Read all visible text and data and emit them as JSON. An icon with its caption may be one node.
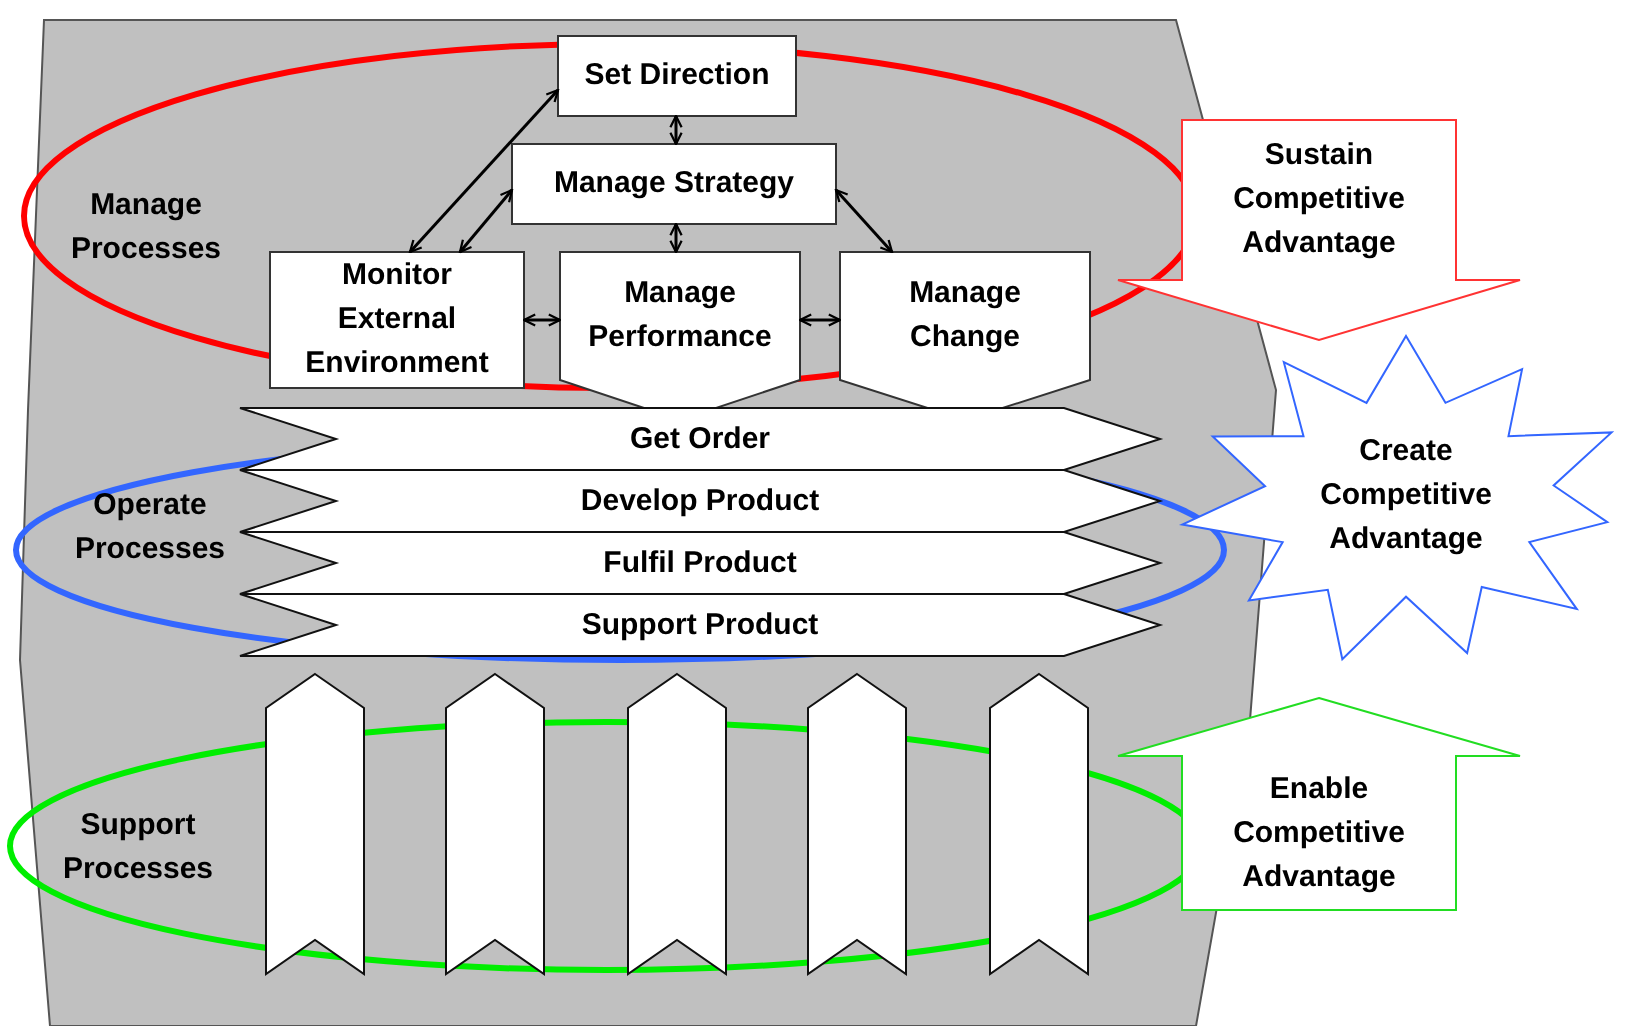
{
  "diagram": {
    "nodes": [
      {
        "text": [
          "Set Direction"
        ]
      },
      {
        "text": [
          "Manage Strategy"
        ]
      },
      {
        "text": [
          "Monitor External Environment"
        ]
      },
      {
        "text": [
          "Manage Performance"
        ]
      },
      {
        "text": [
          "Manage Change"
        ]
      },
      {
        "text": [
          "Sustain Competitive Advantage"
        ]
      },
      {
        "text": [
          "Get Order"
        ]
      },
      {
        "text": [
          "Develop Product"
        ]
      },
      {
        "text": [
          "Fulfil Product"
        ]
      },
      {
        "text": [
          "Support Product"
        ]
      },
      {
        "text": [
          "Create Competitive Advantage"
        ]
      },
      {
        "text": [],
        "shape": "bar"
      },
      {
        "text": [],
        "shape": "bar"
      },
      {
        "text": [],
        "shape": "bar"
      },
      {
        "text": [],
        "shape": "bar"
      },
      {
        "text": [],
        "shape": "bar"
      },
      {
        "text": [
          "Enable Competitive Advantage"
        ]
      }
    ],
    "edges": [
      {
        "from": 0,
        "to": 1,
        "arrow": "both"
      },
      {
        "from": 0,
        "to": 2,
        "arrow": "both"
      },
      {
        "from": 1,
        "to": 2,
        "arrow": "both"
      },
      {
        "from": 1,
        "to": 3,
        "arrow": "both"
      },
      {
        "from": 1,
        "to": 4,
        "arrow": "both"
      },
      {
        "from": 2,
        "to": 3,
        "arrow": "both"
      },
      {
        "from": 3,
        "to": 4,
        "arrow": "both"
      }
    ],
    "labels": [
      "Manage Processes",
      "Operate Processes",
      "Support Processes"
    ]
  }
}
